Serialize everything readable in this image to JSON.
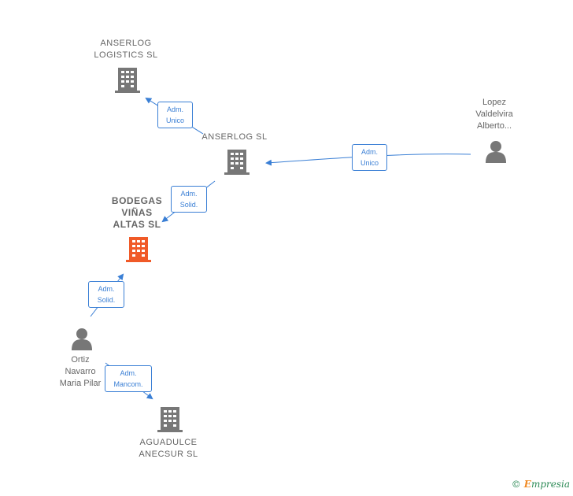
{
  "nodes": {
    "anserlog_logistics": {
      "label_line1": "ANSERLOG",
      "label_line2": "LOGISTICS  SL",
      "type": "company",
      "color": "#777777"
    },
    "anserlog_sl": {
      "label": "ANSERLOG SL",
      "type": "company",
      "color": "#777777"
    },
    "bodegas": {
      "label_line1": "BODEGAS",
      "label_line2": "VIÑAS",
      "label_line3": "ALTAS  SL",
      "type": "company",
      "color": "#f05a28",
      "highlighted": true
    },
    "aguadulce": {
      "label_line1": "AGUADULCE",
      "label_line2": "ANECSUR  SL",
      "type": "company",
      "color": "#777777"
    },
    "lopez": {
      "label_line1": "Lopez",
      "label_line2": "Valdelvira",
      "label_line3": "Alberto...",
      "type": "person",
      "color": "#777777"
    },
    "ortiz": {
      "label_line1": "Ortiz",
      "label_line2": "Navarro",
      "label_line3": "Maria Pilar",
      "type": "person",
      "color": "#777777"
    }
  },
  "edges": {
    "e1": {
      "line1": "Adm.",
      "line2": "Unico"
    },
    "e2": {
      "line1": "Adm.",
      "line2": "Unico"
    },
    "e3": {
      "line1": "Adm.",
      "line2": "Solid."
    },
    "e4": {
      "line1": "Adm.",
      "line2": "Solid."
    },
    "e5": {
      "line1": "Adm.",
      "line2": "Mancom."
    }
  },
  "edge_color": "#3a7fd5",
  "footer": {
    "copyright": "©",
    "brand_first": "E",
    "brand_rest": "mpresia"
  }
}
